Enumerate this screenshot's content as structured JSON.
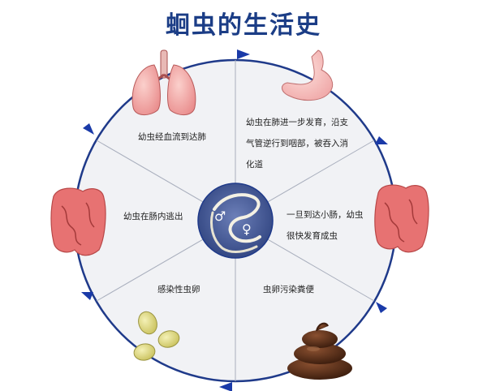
{
  "title": "蛔虫的生活史",
  "colors": {
    "title": "#1b3d86",
    "ring": "#1f3a8a",
    "arrow": "#1a3aa8",
    "sector_fill": "#f1f2f5",
    "center_fill": "#3a4f8f"
  },
  "center": {
    "female_symbol": "♀",
    "male_symbol": "♂"
  },
  "stages": [
    {
      "id": "lungs",
      "icon": "lungs-icon",
      "lines": [
        "幼虫经血流到达肺"
      ]
    },
    {
      "id": "stomach",
      "icon": "stomach-icon",
      "lines": [
        "幼虫在肺进一步发育，沿支",
        "气管逆行到咽部，被吞入消",
        "化道"
      ]
    },
    {
      "id": "small-intestine",
      "icon": "intestine-icon",
      "lines": [
        "一旦到达小肠，幼虫",
        "很快发育成虫"
      ]
    },
    {
      "id": "feces",
      "icon": "feces-icon",
      "lines": [
        "虫卵污染粪便"
      ]
    },
    {
      "id": "eggs",
      "icon": "eggs-icon",
      "lines": [
        "感染性虫卵"
      ]
    },
    {
      "id": "intestine-escape",
      "icon": "intestine-icon",
      "lines": [
        "幼虫在肠内逃出"
      ]
    }
  ]
}
